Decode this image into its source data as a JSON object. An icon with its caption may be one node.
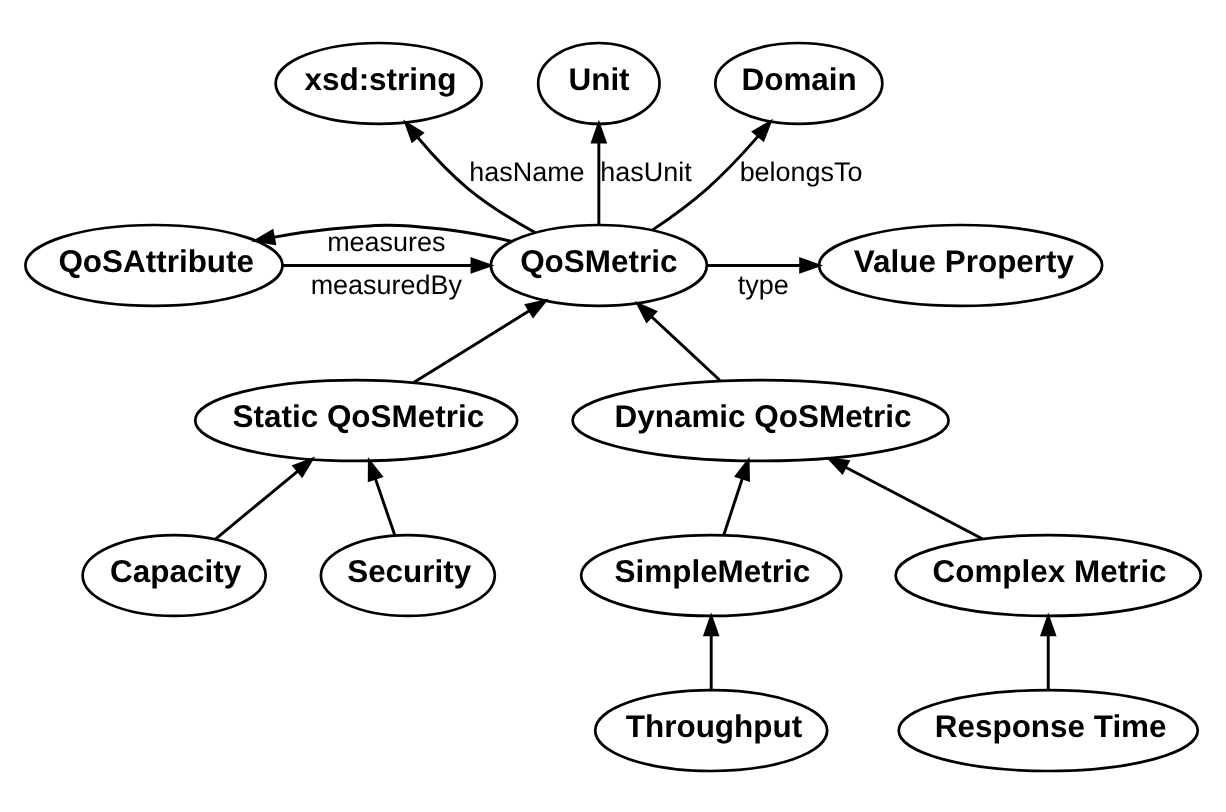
{
  "diagram": {
    "nodes": [
      {
        "text": [
          "xsd:string"
        ]
      },
      {
        "text": [
          "Unit"
        ]
      },
      {
        "text": [
          "Domain"
        ]
      },
      {
        "text": [
          "QoSAttribute"
        ]
      },
      {
        "text": [
          "QoSMetric"
        ]
      },
      {
        "text": [
          "Value Property"
        ]
      },
      {
        "text": [
          "Static QoSMetric"
        ]
      },
      {
        "text": [
          "Dynamic QoSMetric"
        ]
      },
      {
        "text": [
          "Capacity"
        ]
      },
      {
        "text": [
          "Security"
        ]
      },
      {
        "text": [
          "SimpleMetric"
        ]
      },
      {
        "text": [
          "Complex Metric"
        ]
      },
      {
        "text": [
          "Throughput"
        ]
      },
      {
        "text": [
          "Response Time"
        ]
      }
    ],
    "edges": [
      {
        "from": 4,
        "to": 0,
        "arrow": "to",
        "label": "hasName"
      },
      {
        "from": 4,
        "to": 1,
        "arrow": "to",
        "label": "hasUnit"
      },
      {
        "from": 4,
        "to": 2,
        "arrow": "to",
        "label": "belongsTo"
      },
      {
        "from": 4,
        "to": 3,
        "arrow": "to",
        "label": "measures"
      },
      {
        "from": 3,
        "to": 4,
        "arrow": "to",
        "label": "measuredBy"
      },
      {
        "from": 4,
        "to": 5,
        "arrow": "to",
        "label": "type"
      },
      {
        "from": 6,
        "to": 4,
        "arrow": "to"
      },
      {
        "from": 7,
        "to": 4,
        "arrow": "to"
      },
      {
        "from": 8,
        "to": 6,
        "arrow": "to"
      },
      {
        "from": 9,
        "to": 6,
        "arrow": "to"
      },
      {
        "from": 10,
        "to": 7,
        "arrow": "to"
      },
      {
        "from": 11,
        "to": 7,
        "arrow": "to"
      },
      {
        "from": 12,
        "to": 10,
        "arrow": "to"
      },
      {
        "from": 13,
        "to": 11,
        "arrow": "to"
      }
    ]
  }
}
